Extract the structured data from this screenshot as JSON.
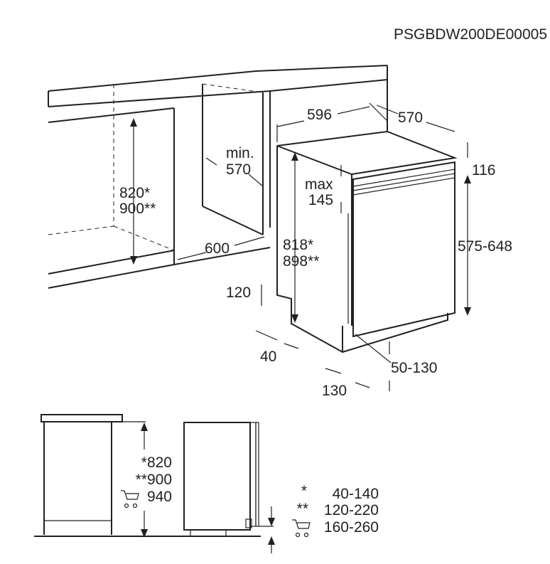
{
  "product_code": "PSGBDW200DE00005",
  "main_view": {
    "width": "596",
    "depth": "570",
    "top_gap": "116",
    "niche_depth_label": "min.",
    "niche_depth": "570",
    "niche_width": "600",
    "niche_height_1": "820*",
    "niche_height_2": "900**",
    "door_gap_label": "max",
    "door_gap": "145",
    "appliance_height_1": "818*",
    "appliance_height_2": "898**",
    "door_height": "575-648",
    "plinth_height": "120",
    "plinth_depth": "40",
    "plinth_offset": "130",
    "foot_adjust": "50-130"
  },
  "side_view": {
    "height_1": "*820",
    "height_2": "**900",
    "height_3": "940",
    "plinth_1_mark": "*",
    "plinth_1": "40-140",
    "plinth_2_mark": "**",
    "plinth_2": "120-220",
    "plinth_3": "160-260"
  }
}
